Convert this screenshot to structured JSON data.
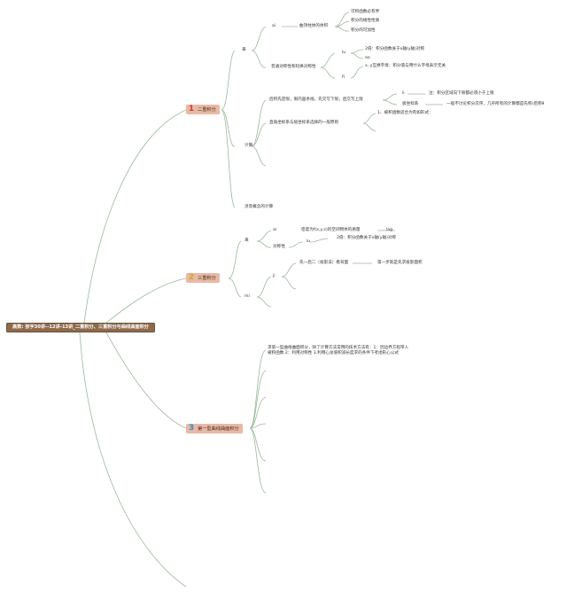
{
  "root": {
    "label": "高数: 张宇30讲--12讲-13讲_二重积分、三重积分与曲线曲面积分"
  },
  "topics": [
    {
      "num": "1",
      "label": "二重积分"
    },
    {
      "num": "2",
      "label": "三重积分"
    },
    {
      "num": "3",
      "label": "第一型曲线曲面积分"
    }
  ],
  "t1": {
    "n_lai": "来",
    "n_ai": "ai",
    "n_qupian": "曲顶柱体的体积",
    "n_kedingji": "可积函数必有界",
    "n_xingzhi": "积分的线性性质",
    "n_kejiafang": "积分的可加性",
    "n_putong": "普通对称性和轮换对称性",
    "n_lu": "lu",
    "n_2bei": "2倍：积分函数关于x轴(y轴)对称",
    "n_ao": "ao",
    "n_fi": "fi",
    "n_xy": "x, y互换字母：积分值与用什么字母表示无关",
    "n_jisuan": "计算",
    "n_houji": "后积先定限，限内画条线，先交写下限，后交写上限",
    "n_li": "li",
    "n_zhu": "注：积分区域向下限都必须小于上限",
    "n_jizuobiao": "极坐标系",
    "n_yiban": "一般不讨论积分次序，几乎所有的计算都是先积r后积θ",
    "n_zhijiao": "直角坐标系与极坐标系选择的一般原则",
    "n_yi": "1、被积函数适合为有如形式：",
    "n_tiaoshi": "涉及概念的计算"
  },
  "t2": {
    "n_lai": "来",
    "n_ai": "ai",
    "n_midu": "密度为f(x,y,z)的空间物体的质量",
    "n_lag": "lag",
    "n_duichen": "对称性",
    "n_lu": "lu",
    "n_2bei": "2倍：积分函数关于x轴(y轴)对称",
    "n_ji": "ji",
    "n_xianyi": "先一后二（投影法）看背面",
    "n_diyibu": "第一步就是先求投影面积",
    "n_mi": "mi"
  },
  "t3": {
    "line1": "求第一型曲线曲面积分，除了计算方法常用的技术方法有：1：因边界方程带入",
    "line2": "被积函数 2：利用对称性 3.利用心总值积减长度求的条件下考虑形心公式"
  }
}
